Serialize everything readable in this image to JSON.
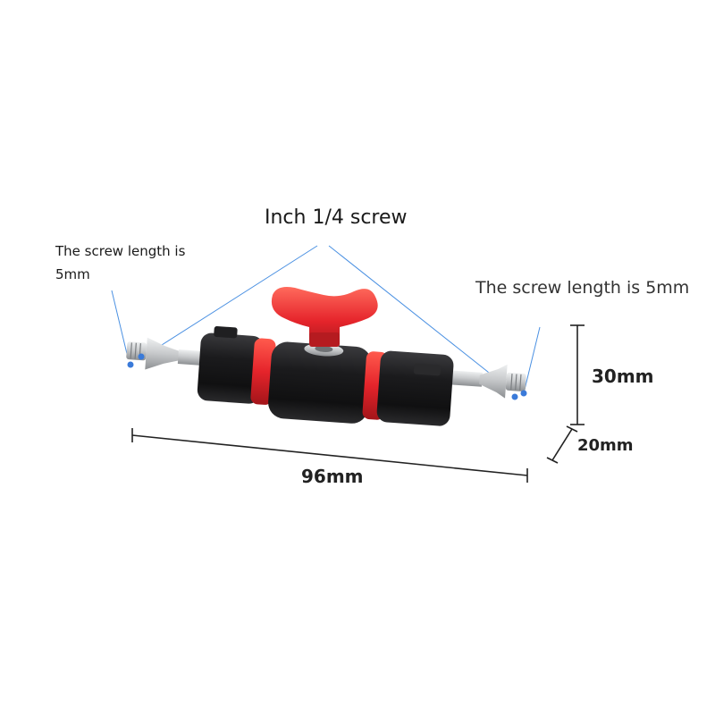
{
  "labels": {
    "title": "Inch 1/4 screw",
    "left_note": "The screw length is 5mm",
    "right_note": "The screw length is 5mm",
    "length": "96mm",
    "height": "30mm",
    "depth": "20mm"
  },
  "colors": {
    "accent_red": "#e5242b",
    "body_black": "#1b1b1d",
    "steel": "#c9cbcd",
    "pointer_blue": "#4a90e2",
    "dimension_line": "#222222"
  }
}
